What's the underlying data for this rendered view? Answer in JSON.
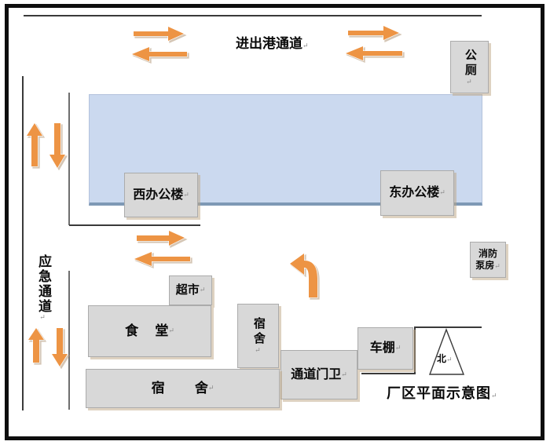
{
  "diagram": {
    "caption": "厂区平面示意图",
    "channels": {
      "port": "进出港通道",
      "emergency": "应急通道"
    },
    "buildings": {
      "public_toilet": "公厕",
      "west_office": "西办公楼",
      "east_office": "东办公楼",
      "fire_pump_room_line1": "消防",
      "fire_pump_room_line2": "泵房",
      "supermarket": "超市",
      "canteen": "食　 堂",
      "dormitory_small": "宿舍",
      "passage_gate_guard": "通道门卫",
      "bike_shed": "车棚",
      "dormitory_long": "宿　　 舍"
    },
    "compass": {
      "north": "北"
    },
    "marks": {
      "paragraph_return": "↵"
    },
    "colors": {
      "arrow_orange": "#ed9444",
      "building_fill": "#d8d8d8",
      "road_fill": "#cbd9ef",
      "road_edge": "#7e99b5",
      "frame_black": "#0e0e0e"
    },
    "icons": {
      "top_flow": [
        "right-arrow",
        "left-arrow",
        "right-arrow",
        "left-arrow"
      ],
      "west_flow": [
        "up-arrow",
        "down-arrow"
      ],
      "mid_flow": [
        "right-arrow",
        "left-arrow"
      ],
      "south_flow": [
        "up-arrow",
        "down-arrow"
      ],
      "turn": "left-turn-arrow"
    }
  }
}
